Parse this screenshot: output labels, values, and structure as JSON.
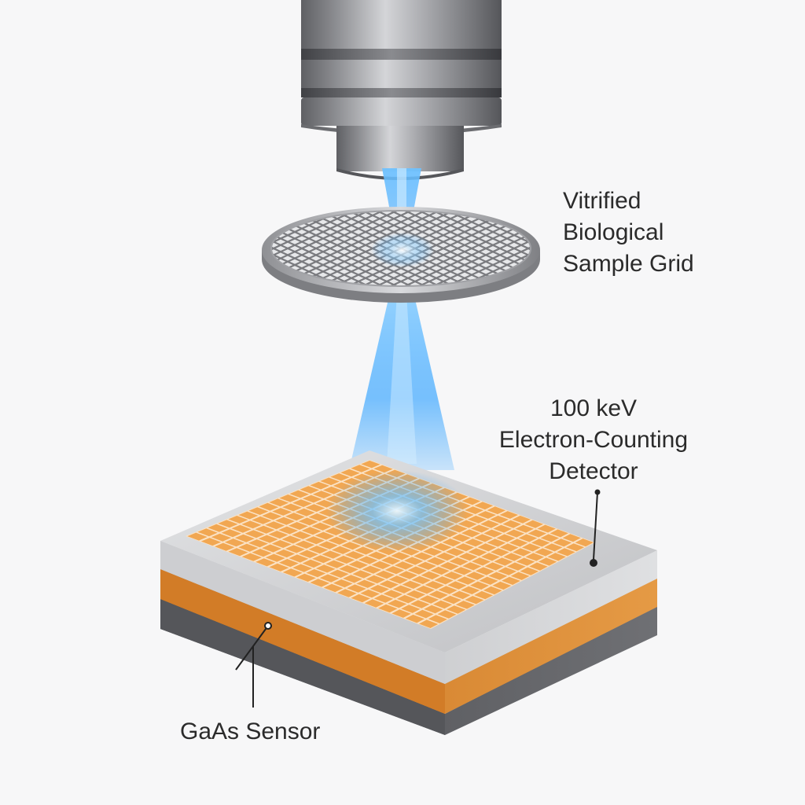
{
  "labels": {
    "sample_grid": [
      "Vitrified",
      "Biological",
      "Sample Grid"
    ],
    "detector": [
      "100 keV",
      "Electron-Counting",
      "Detector"
    ],
    "sensor": "GaAs Sensor"
  },
  "colors": {
    "background": "#f7f7f8",
    "beam": "#3fa8ff",
    "pixel_array": "#f0a146",
    "sensor_layer": "#e08a2c",
    "metal": "#9a9b9f",
    "base": "#5d5f63",
    "text": "#2b2b2b"
  },
  "icons": [
    "microscope-column-icon",
    "electron-beam-icon",
    "sample-grid-icon",
    "detector-chip-icon"
  ]
}
